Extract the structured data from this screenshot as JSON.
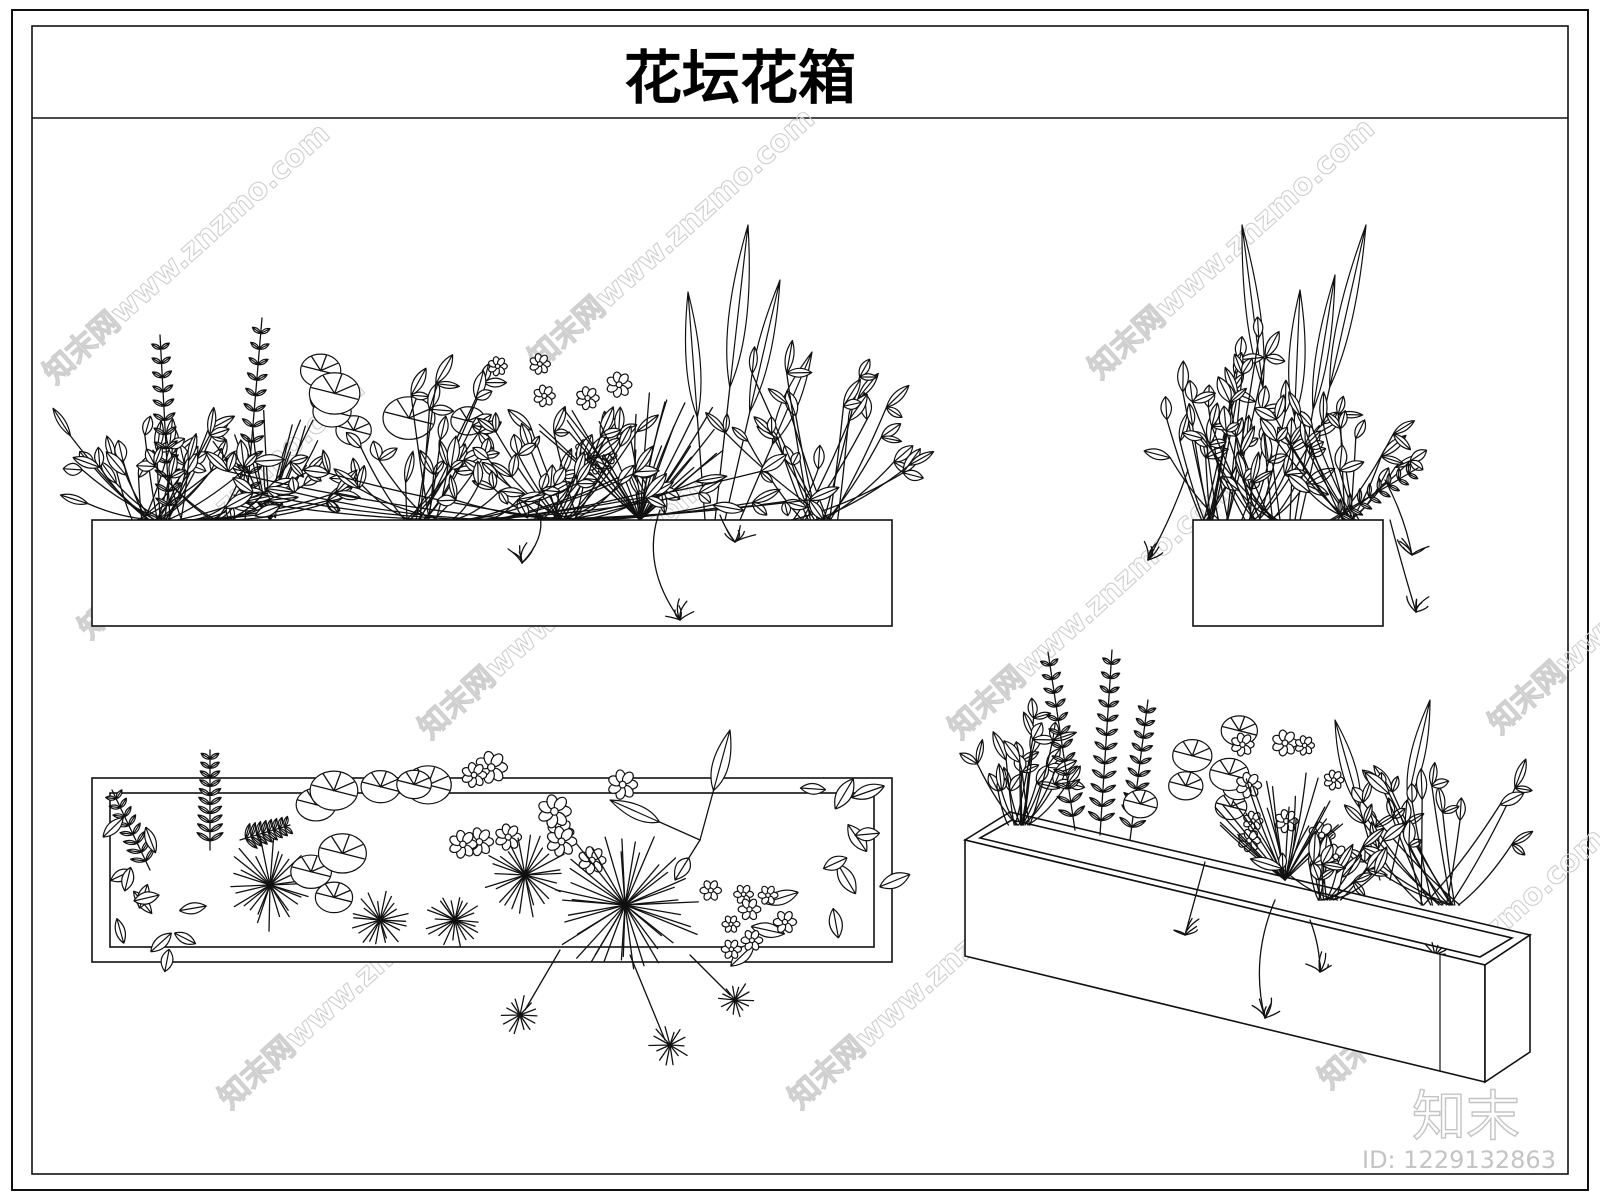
{
  "title": "花坛花箱",
  "watermark_text": "知末网www.znzmo.com",
  "logo_text": "知末",
  "id_label": "ID: 1229132863",
  "colors": {
    "line": "#111111",
    "background": "#ffffff",
    "watermark": "#cfcfcf"
  },
  "views": [
    {
      "name": "front-elevation-long"
    },
    {
      "name": "front-elevation-square"
    },
    {
      "name": "plan-view"
    },
    {
      "name": "isometric-view"
    }
  ]
}
